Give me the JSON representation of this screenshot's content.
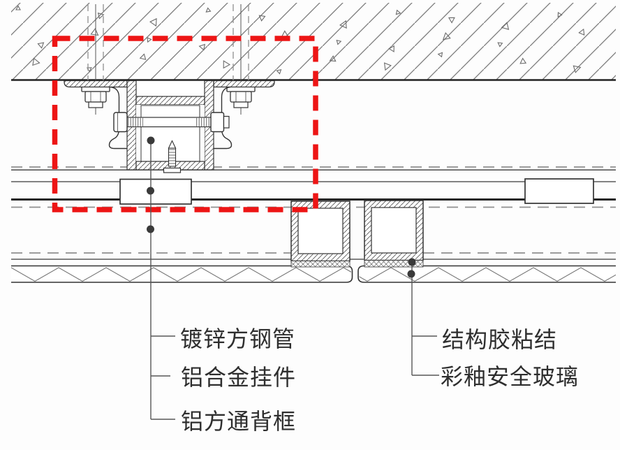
{
  "labels": {
    "left": [
      {
        "text": "镀锌方钢管"
      },
      {
        "text": "铝合金挂件"
      },
      {
        "text": "铝方通背框"
      }
    ],
    "right": [
      {
        "text": "结构胶粘结"
      },
      {
        "text": "彩釉安全玻璃"
      }
    ]
  },
  "colors": {
    "highlight": "#ed1515",
    "line": "#2e2e2e",
    "hatch": "#777777",
    "dashed_line": "#8f8f8f",
    "text": "#2e2e2e",
    "background": "#fdfdfd"
  }
}
